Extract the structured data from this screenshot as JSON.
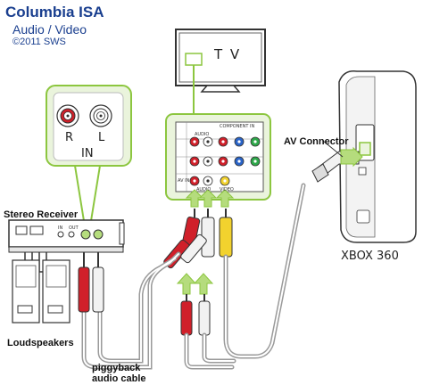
{
  "header": {
    "title": "Columbia ISA",
    "subtitle": "Audio / Video",
    "copyright": "©2011 SWS"
  },
  "tv": {
    "label": "T V"
  },
  "input_panel": {
    "r_label": "R",
    "l_label": "L",
    "in_label": "IN"
  },
  "receiver": {
    "label": "Stereo Receiver",
    "in_text": "IN",
    "out_text": "OUT"
  },
  "speakers": {
    "label": "Loudspeakers"
  },
  "tv_panel": {
    "component_text": "COMPONENT IN",
    "audio_text": "AUDIO",
    "av_text": "AV IN",
    "video_text": "VIDEO"
  },
  "console": {
    "connector_label": "AV Connector",
    "name": "XBOX 360"
  },
  "cable": {
    "line1": "piggyback",
    "line2": "audio cable"
  },
  "colors": {
    "title_blue": "#1a3f8f",
    "highlight_green": "#8cc63f",
    "panel_green": "#eaf4dc",
    "plug_red": "#d0202a",
    "plug_white": "#f2f2f2",
    "plug_yellow": "#f2d22e",
    "jack_blue": "#2a64c8",
    "jack_green": "#2ea84a"
  }
}
